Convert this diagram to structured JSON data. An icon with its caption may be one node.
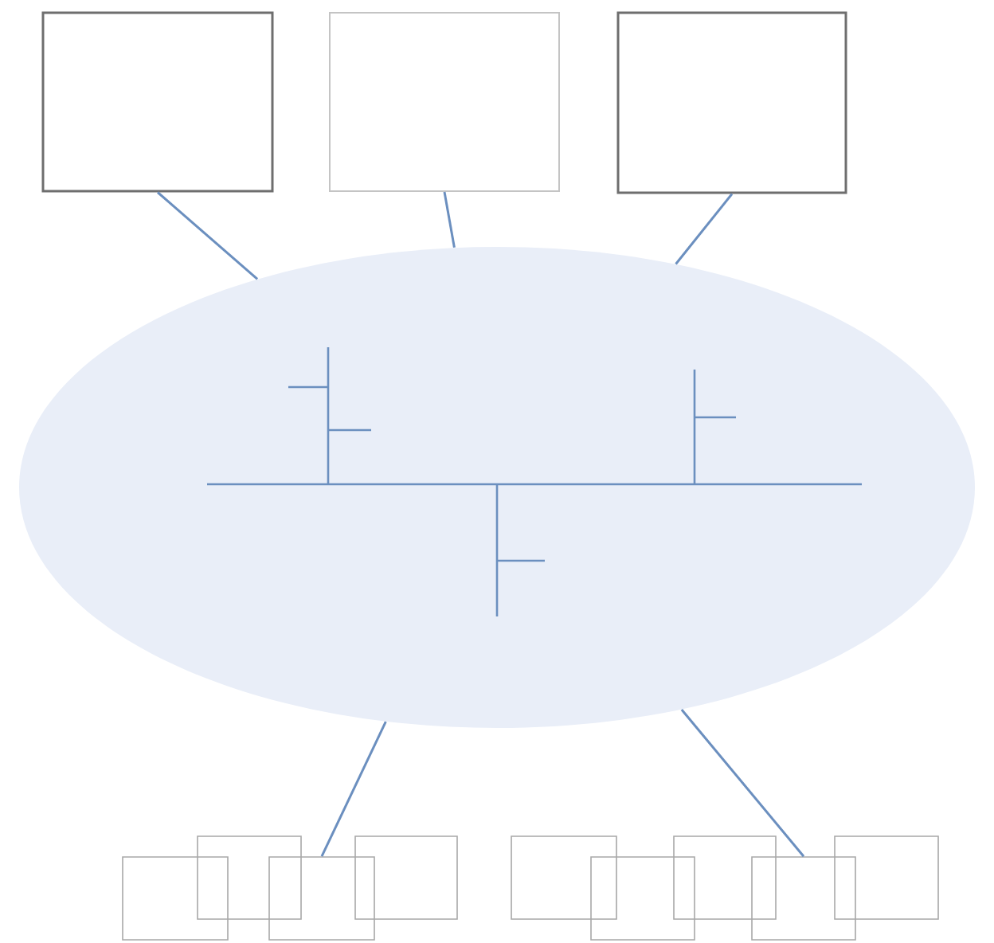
{
  "diagram": {
    "nodes": [
      {
        "text": [],
        "shape": "box"
      },
      {
        "text": [],
        "shape": "box"
      },
      {
        "text": [],
        "shape": "box"
      },
      {
        "text": [],
        "shape": "ellipse"
      },
      {
        "text": [],
        "shape": "box"
      },
      {
        "text": [],
        "shape": "box"
      },
      {
        "text": [],
        "shape": "box"
      },
      {
        "text": [],
        "shape": "box"
      },
      {
        "text": [],
        "shape": "box"
      },
      {
        "text": [],
        "shape": "box"
      },
      {
        "text": [],
        "shape": "box"
      },
      {
        "text": [],
        "shape": "box"
      },
      {
        "text": [],
        "shape": "box"
      }
    ],
    "edges": [
      {
        "from": 0,
        "to": 3,
        "arrow": "none"
      },
      {
        "from": 1,
        "to": 3,
        "arrow": "none"
      },
      {
        "from": 2,
        "to": 3,
        "arrow": "none"
      },
      {
        "from": 3,
        "to": 6,
        "arrow": "none"
      },
      {
        "from": 3,
        "to": 11,
        "arrow": "none"
      }
    ]
  }
}
